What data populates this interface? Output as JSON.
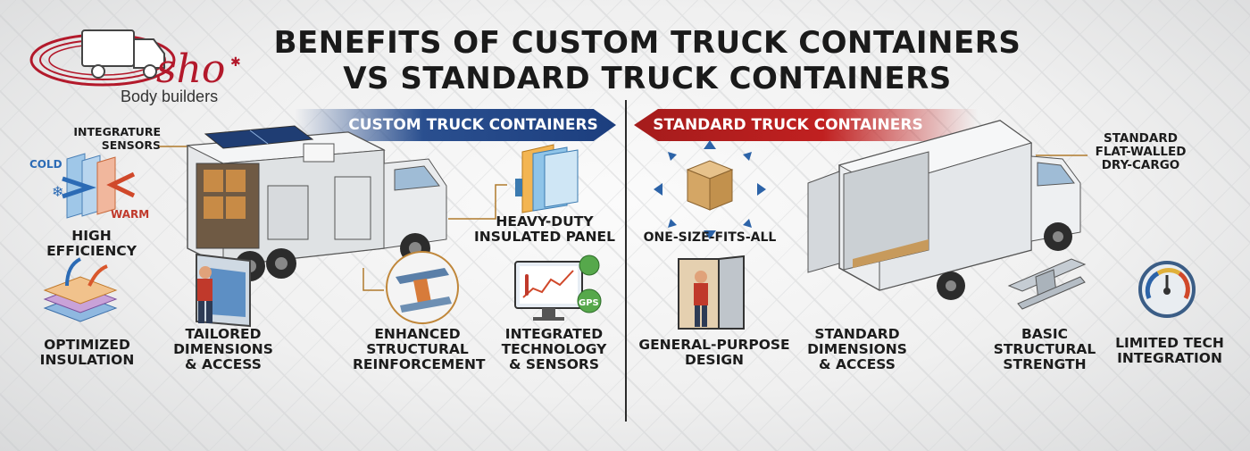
{
  "title_line1": "BENEFITS OF CUSTOM TRUCK CONTAINERS",
  "title_line2": "VS STANDARD TRUCK CONTAINERS",
  "logo": {
    "script_text": "Osho",
    "subtitle": "Body builders"
  },
  "custom": {
    "banner": "CUSTOM TRUCK CONTAINERS",
    "integrature_sensors": "INTEGRATURE\nSENSORS",
    "cold": "COLD",
    "warm": "WARM",
    "high_efficiency": "HIGH EFFICIENCY",
    "optimized_insulation": "OPTIMIZED\nINSULATION",
    "tailored": "TAILORED\nDIMENSIONS\n& ACCESS",
    "enhanced": "ENHANCED\nSTRUCTURAL\nREINFORCEMENT",
    "heavy_duty": "HEAVY-DUTY\nINSULATED PANEL",
    "integrated_tech": "INTEGRATED\nTECHNOLOGY\n& SENSORS",
    "gps": "GPS"
  },
  "standard": {
    "banner": "STANDARD TRUCK CONTAINERS",
    "one_size": "ONE-SIZE-FITS-ALL",
    "general_purpose": "GENERAL-PURPOSE\nDESIGN",
    "flat_walled": "STANDARD\nFLAT-WALLED\nDRY-CARGO",
    "standard_dims": "STANDARD\nDIMENSIONS\n& ACCESS",
    "basic_strength": "BASIC\nSTRUCTURAL\nSTRENGTH",
    "limited_tech": "LIMITED TECH\nINTEGRATION"
  },
  "colors": {
    "blue": "#1c3e7e",
    "red": "#c02020",
    "logo_red": "#b3192b"
  }
}
